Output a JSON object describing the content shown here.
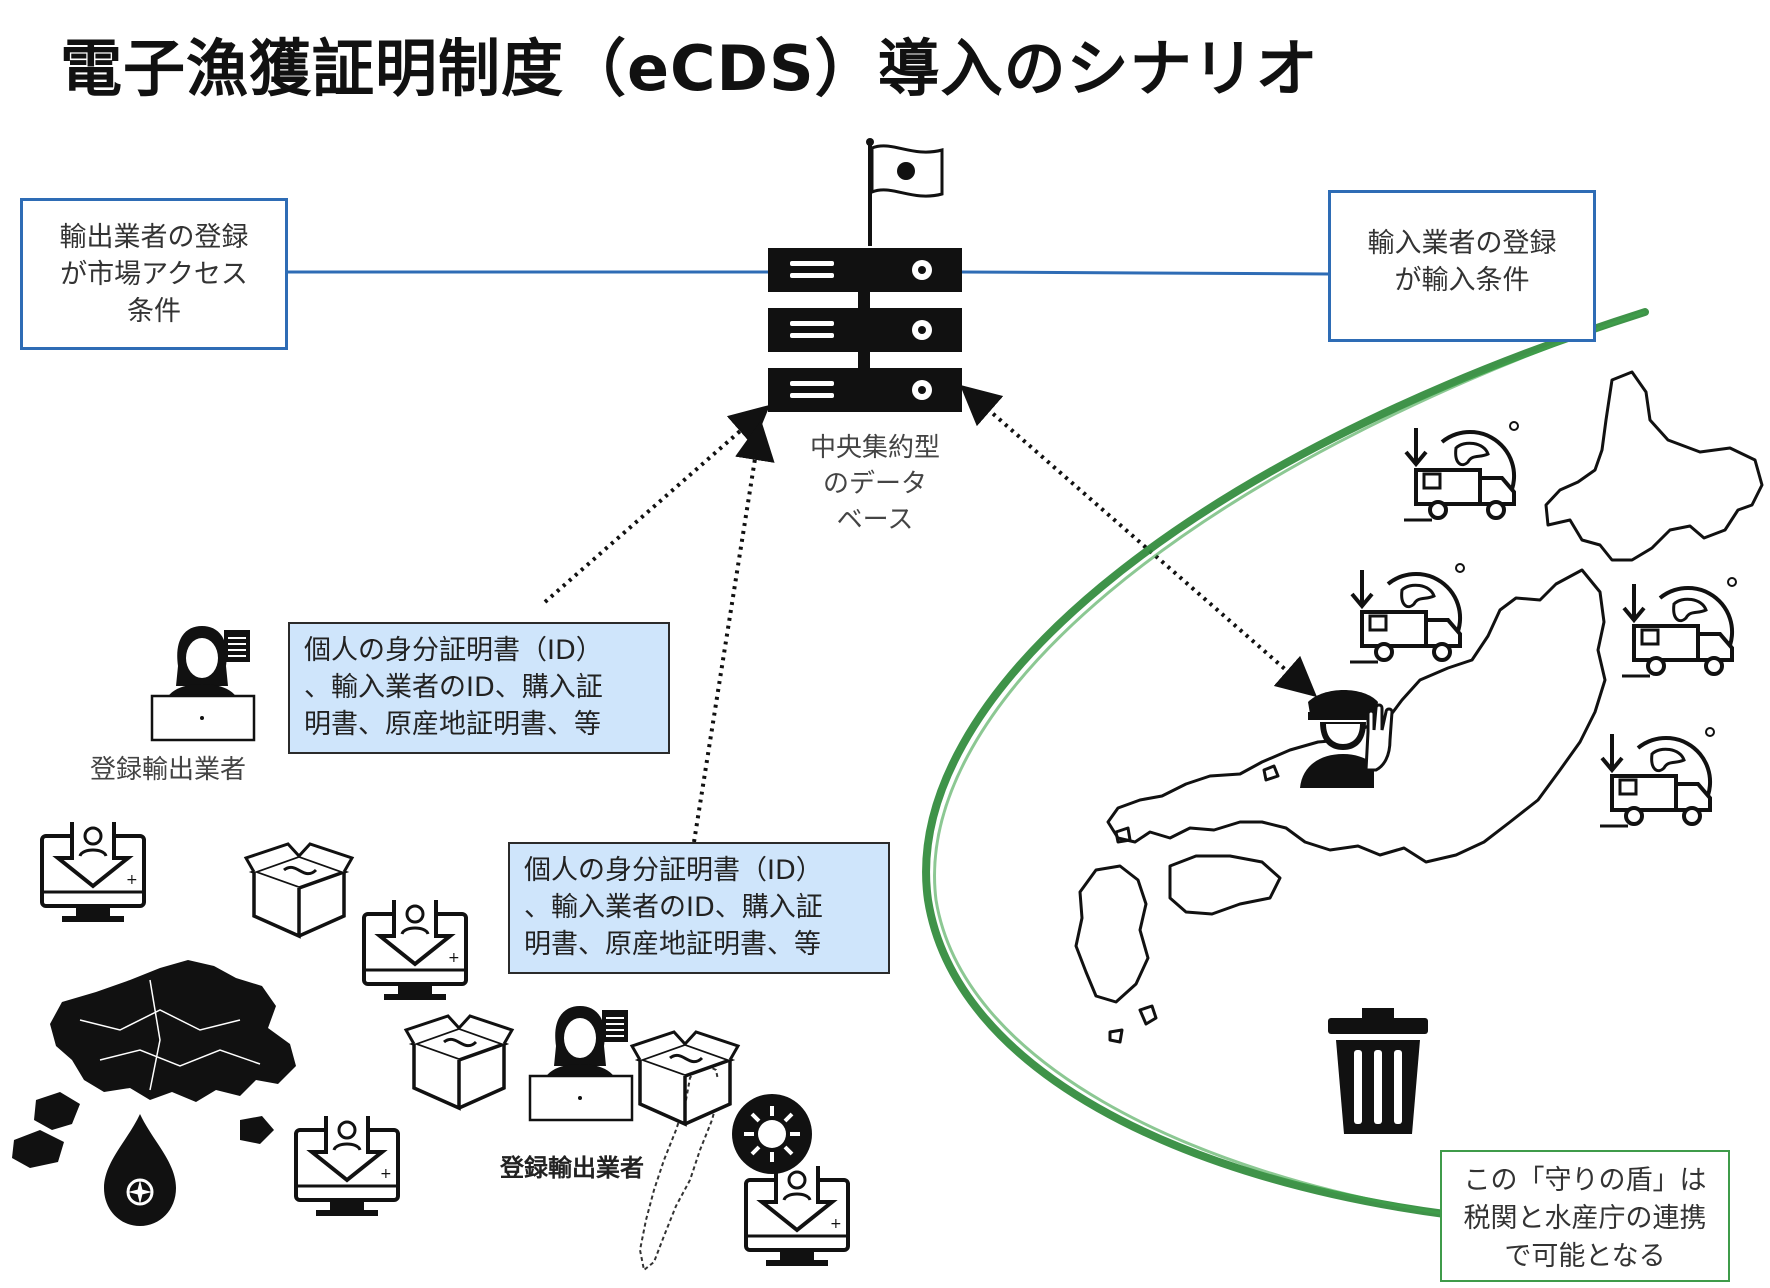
{
  "title": "電子漁獲証明制度（eCDS）導入のシナリオ",
  "export_box": {
    "lines": [
      "輸出業者の登録",
      "が市場アクセス",
      "条件"
    ]
  },
  "import_box": {
    "lines": [
      "輸入業者の登録",
      "が輸入条件"
    ]
  },
  "database_label": {
    "lines": [
      "中央集約型",
      "のデータ",
      "ベース"
    ]
  },
  "id_box_1": {
    "lines": [
      "個人の身分証明書（ID）",
      "、輸入業者のID、購入証",
      "明書、原産地証明書、等"
    ]
  },
  "id_box_2": {
    "lines": [
      "個人の身分証明書（ID）",
      "、輸入業者のID、購入証",
      "明書、原産地証明書、等"
    ]
  },
  "exporter_label_1": "登録輸出業者",
  "exporter_label_2": "登録輸出業者",
  "shield_box": {
    "lines": [
      "この「守りの盾」は",
      "税関と水産庁の連携",
      "で可能となる"
    ]
  },
  "colors": {
    "blue": "#2e6cb5",
    "id_fill": "#cfe5fb",
    "green": "#2f8a3a",
    "black": "#111111"
  }
}
